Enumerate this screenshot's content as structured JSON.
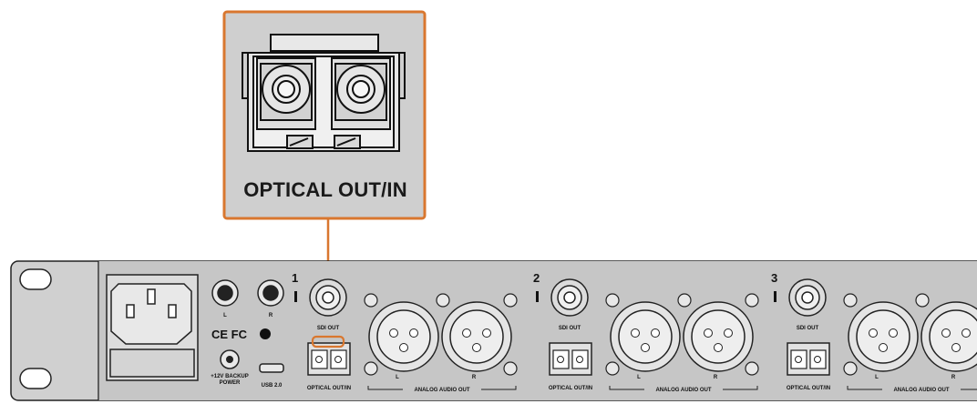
{
  "callout": {
    "label": "OPTICAL OUT/IN",
    "border_color": "#d9772f",
    "background": "#cfcfcf"
  },
  "panel": {
    "power_input": {
      "left_label": "L",
      "right_label": "R"
    },
    "certifications": "CE FC",
    "backup_power_label": "+12V BACKUP POWER",
    "usb_label": "USB 2.0",
    "channels": [
      {
        "number": "1",
        "sdi_label": "SDI OUT",
        "optical_label": "OPTICAL OUT/IN",
        "audio_label": "ANALOG AUDIO OUT",
        "left": "L",
        "right": "R"
      },
      {
        "number": "2",
        "sdi_label": "SDI OUT",
        "optical_label": "OPTICAL OUT/IN",
        "audio_label": "ANALOG AUDIO OUT",
        "left": "L",
        "right": "R"
      },
      {
        "number": "3",
        "sdi_label": "SDI OUT",
        "optical_label": "OPTICAL OUT/IN",
        "audio_label": "ANALOG AUDIO OUT",
        "left": "L",
        "right": "R"
      }
    ]
  }
}
